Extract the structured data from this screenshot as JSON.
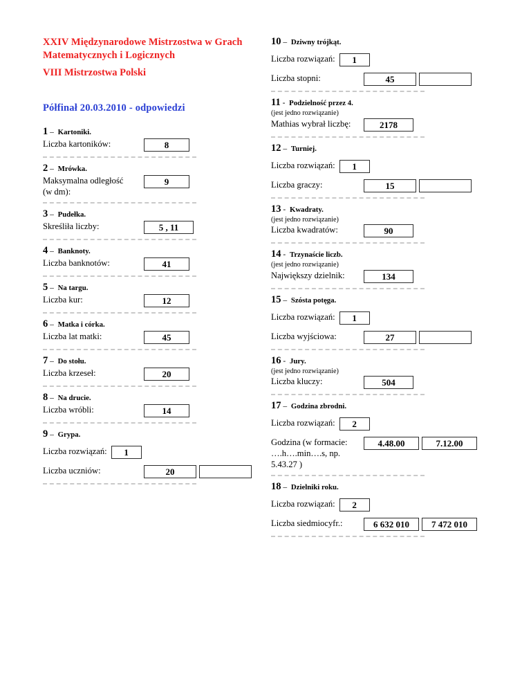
{
  "header": {
    "title_line1": "XXIV Międzynarodowe Mistrzostwa w Grach",
    "title_line2": "Matematycznych i Logicznych",
    "subtitle": "VIII Mistrzostwa Polski",
    "semifinal": "Półfinał 20.03.2010  -   odpowiedzi",
    "title_color": "#ee2222",
    "subtitle_color": "#ee2222",
    "semifinal_color": "#2a3fd4"
  },
  "left_column": [
    {
      "num": "1",
      "dash": "–",
      "name": "Kartoniki.",
      "rows": [
        {
          "label": "Liczba kartoników:",
          "boxes": [
            {
              "value": "8",
              "width": 64
            }
          ]
        }
      ]
    },
    {
      "num": "2",
      "dash": "–",
      "name": "Mrówka.",
      "rows": [
        {
          "label": "Maksymalna odległość\n(w dm):",
          "boxes": [
            {
              "value": "9",
              "width": 64
            }
          ]
        }
      ]
    },
    {
      "num": "3",
      "dash": "–",
      "name": "Pudełka.",
      "rows": [
        {
          "label": "Skreśliła liczby:",
          "boxes": [
            {
              "value": "5 , 11",
              "width": 70
            }
          ]
        }
      ]
    },
    {
      "num": "4",
      "dash": "–",
      "name": "Banknoty.",
      "rows": [
        {
          "label": "Liczba banknotów:",
          "boxes": [
            {
              "value": "41",
              "width": 64
            }
          ]
        }
      ]
    },
    {
      "num": "5",
      "dash": "–",
      "name": "Na targu.",
      "rows": [
        {
          "label": "Liczba kur:",
          "boxes": [
            {
              "value": "12",
              "width": 64
            }
          ]
        }
      ]
    },
    {
      "num": "6",
      "dash": "–",
      "name": "Matka i córka.",
      "rows": [
        {
          "label": "Liczba lat matki:",
          "boxes": [
            {
              "value": "45",
              "width": 64
            }
          ]
        }
      ]
    },
    {
      "num": "7",
      "dash": "–",
      "name": "Do stołu.",
      "rows": [
        {
          "label": "Liczba krzeseł:",
          "boxes": [
            {
              "value": "20",
              "width": 64
            }
          ]
        }
      ]
    },
    {
      "num": "8",
      "dash": "–",
      "name": "Na drucie.",
      "rows": [
        {
          "label": "Liczba wróbli:",
          "boxes": [
            {
              "value": "14",
              "width": 64
            }
          ]
        }
      ]
    },
    {
      "num": "9",
      "dash": "–",
      "name": "Grypa.",
      "rows": [
        {
          "label": "Liczba rozwiązań:",
          "boxes": [
            {
              "value": "1",
              "width": 42
            }
          ]
        },
        {
          "label": "Liczba uczniów:",
          "boxes": [
            {
              "value": "20",
              "width": 74
            },
            {
              "value": "",
              "width": 74
            }
          ]
        }
      ]
    }
  ],
  "right_column": [
    {
      "num": "10",
      "dash": "–",
      "name": "Dziwny trójkąt.",
      "rows": [
        {
          "label": "Liczba rozwiązań:",
          "boxes": [
            {
              "value": "1",
              "width": 42
            }
          ]
        },
        {
          "label": "Liczba stopni:",
          "boxes": [
            {
              "value": "45",
              "width": 74
            },
            {
              "value": "",
              "width": 74
            }
          ]
        }
      ]
    },
    {
      "num": "11",
      "dash": "-",
      "name": "Podzielność przez 4.",
      "note": "(jest jedno rozwiązanie)",
      "rows": [
        {
          "label": "Mathias wybrał liczbę:",
          "boxes": [
            {
              "value": "2178",
              "width": 70
            }
          ]
        }
      ]
    },
    {
      "num": "12",
      "dash": "–",
      "name": "Turniej.",
      "rows": [
        {
          "label": "Liczba rozwiązań:",
          "boxes": [
            {
              "value": "1",
              "width": 42
            }
          ]
        },
        {
          "label": "Liczba graczy:",
          "boxes": [
            {
              "value": "15",
              "width": 74
            },
            {
              "value": "",
              "width": 74
            }
          ]
        }
      ]
    },
    {
      "num": "13",
      "dash": "-",
      "name": "Kwadraty.",
      "note": "(jest jedno rozwiązanie)",
      "rows": [
        {
          "label": "Liczba kwadratów:",
          "boxes": [
            {
              "value": "90",
              "width": 70
            }
          ]
        }
      ]
    },
    {
      "num": "14",
      "dash": "-",
      "name": "Trzynaście liczb.",
      "note": "(jest jedno rozwiązanie)",
      "rows": [
        {
          "label": "Największy dzielnik:",
          "boxes": [
            {
              "value": "134",
              "width": 70
            }
          ]
        }
      ]
    },
    {
      "num": "15",
      "dash": "–",
      "name": "Szósta potęga.",
      "rows": [
        {
          "label": "Liczba rozwiązań:",
          "boxes": [
            {
              "value": "1",
              "width": 42
            }
          ]
        },
        {
          "label": "Liczba wyjściowa:",
          "boxes": [
            {
              "value": "27",
              "width": 74
            },
            {
              "value": "",
              "width": 74
            }
          ]
        }
      ]
    },
    {
      "num": "16",
      "dash": "-",
      "name": "Jury.",
      "note": "(jest jedno rozwiązanie)",
      "rows": [
        {
          "label": "Liczba kluczy:",
          "boxes": [
            {
              "value": "504",
              "width": 70
            }
          ]
        }
      ]
    },
    {
      "num": "17",
      "dash": "–",
      "name": "Godzina zbrodni.",
      "rows": [
        {
          "label": "Liczba rozwiązań:",
          "boxes": [
            {
              "value": "2",
              "width": 42
            }
          ]
        },
        {
          "label": "Godzina (w formacie:\n….h….min….s,  np.\n5.43.27 )",
          "boxes": [
            {
              "value": "4.48.00",
              "width": 78
            },
            {
              "value": "7.12.00",
              "width": 78
            }
          ]
        }
      ]
    },
    {
      "num": "18",
      "dash": "–",
      "name": "Dzielniki roku.",
      "rows": [
        {
          "label": "Liczba rozwiązań:",
          "boxes": [
            {
              "value": "2",
              "width": 42
            }
          ]
        },
        {
          "label": "Liczba siedmiocyfr.:",
          "boxes": [
            {
              "value": "6 632 010",
              "width": 78
            },
            {
              "value": "7 472 010",
              "width": 78
            }
          ]
        }
      ]
    }
  ]
}
